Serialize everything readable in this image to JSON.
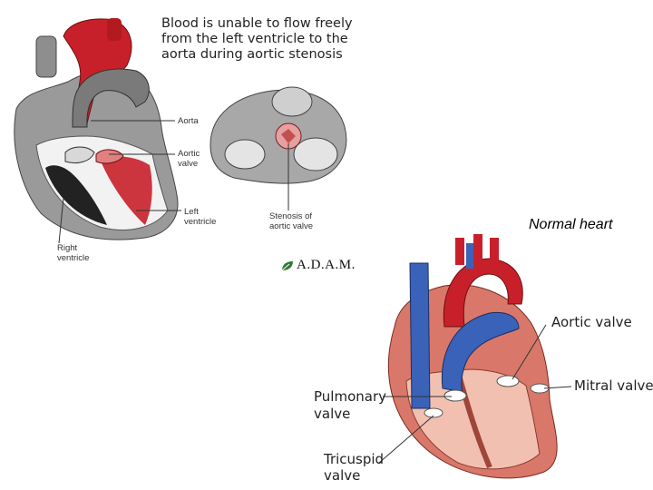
{
  "top_diagram": {
    "caption_lines": [
      "Blood is unable to flow freely",
      "from the left ventricle to the",
      "aorta during aortic stenosis"
    ],
    "labels": {
      "aorta": "Aorta",
      "aortic_valve_1": "Aortic",
      "aortic_valve_2": "valve",
      "left_ventricle_1": "Left",
      "left_ventricle_2": "ventricle",
      "right_ventricle_1": "Right",
      "right_ventricle_2": "ventricle",
      "stenosis_1": "Stenosis of",
      "stenosis_2": "aortic valve"
    },
    "logo_text": "A.D.A.M."
  },
  "bottom_diagram": {
    "title": "Normal heart",
    "labels": {
      "aortic_valve": "Aortic valve",
      "mitral_valve": "Mitral valve",
      "pulmonary_1": "Pulmonary",
      "pulmonary_2": "valve",
      "tricuspid_1": "Tricuspid",
      "tricuspid_2": "valve"
    }
  },
  "colors": {
    "aorta_red": "#c8202a",
    "vein_blue": "#3a62b8",
    "muscle_gray": "#8c8c8c",
    "muscle_pink": "#e59a8c"
  }
}
